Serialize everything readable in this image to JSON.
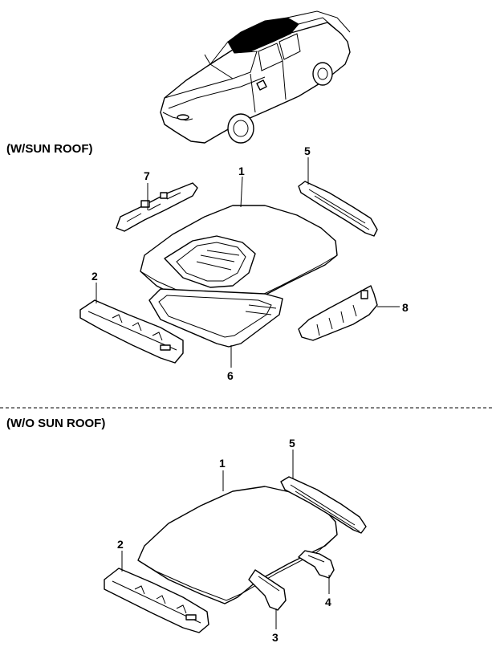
{
  "sections": {
    "with_sunroof": {
      "title": "(W/SUN ROOF)"
    },
    "without_sunroof": {
      "title": "(W/O SUN ROOF)"
    }
  },
  "callouts": {
    "sunroof": {
      "roof_panel": "1",
      "front_rail": "2",
      "rear_rail": "5",
      "sunroof_frame": "6",
      "left_rail": "7",
      "right_rail": "8"
    },
    "no_sunroof": {
      "roof_panel": "1",
      "front_rail": "2",
      "center_bow": "3",
      "rear_bow": "4",
      "rear_rail": "5"
    }
  }
}
